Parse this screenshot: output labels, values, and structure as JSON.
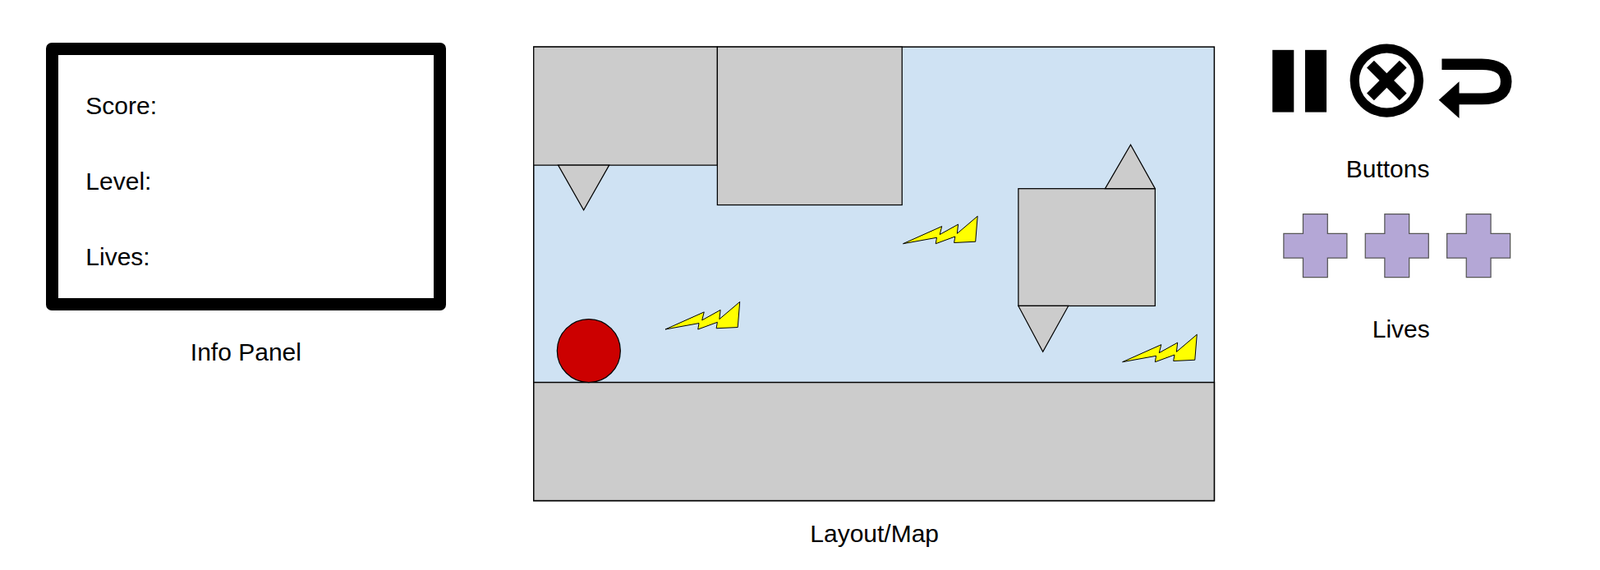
{
  "diagram": {
    "nodes": [
      {
        "text": [
          "Score:",
          "Level:",
          "Lives:",
          "Info Panel"
        ]
      },
      {
        "text": [
          "Layout/Map"
        ]
      }
    ],
    "labels": [
      "Buttons",
      "Lives"
    ]
  }
}
